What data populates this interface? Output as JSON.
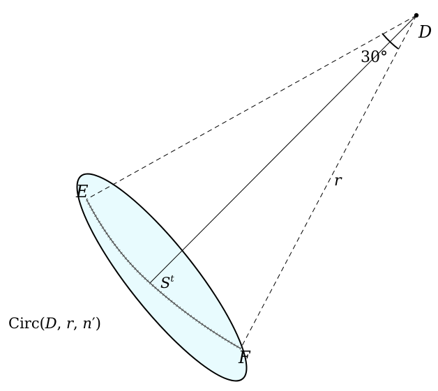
{
  "diagram": {
    "points": {
      "D": "D",
      "E": "E",
      "F": "F",
      "S": "S",
      "S_sup": "t"
    },
    "angle_label": "30°",
    "radius_label": "r",
    "circle_label": {
      "prefix": "Circ(",
      "D": "D",
      "sep1": ", ",
      "r": "r",
      "sep2": ", ",
      "n": "n",
      "prime": "′",
      "suffix": ")"
    },
    "colors": {
      "ellipse_fill": "#e8fbfe",
      "stroke": "#000000"
    }
  }
}
